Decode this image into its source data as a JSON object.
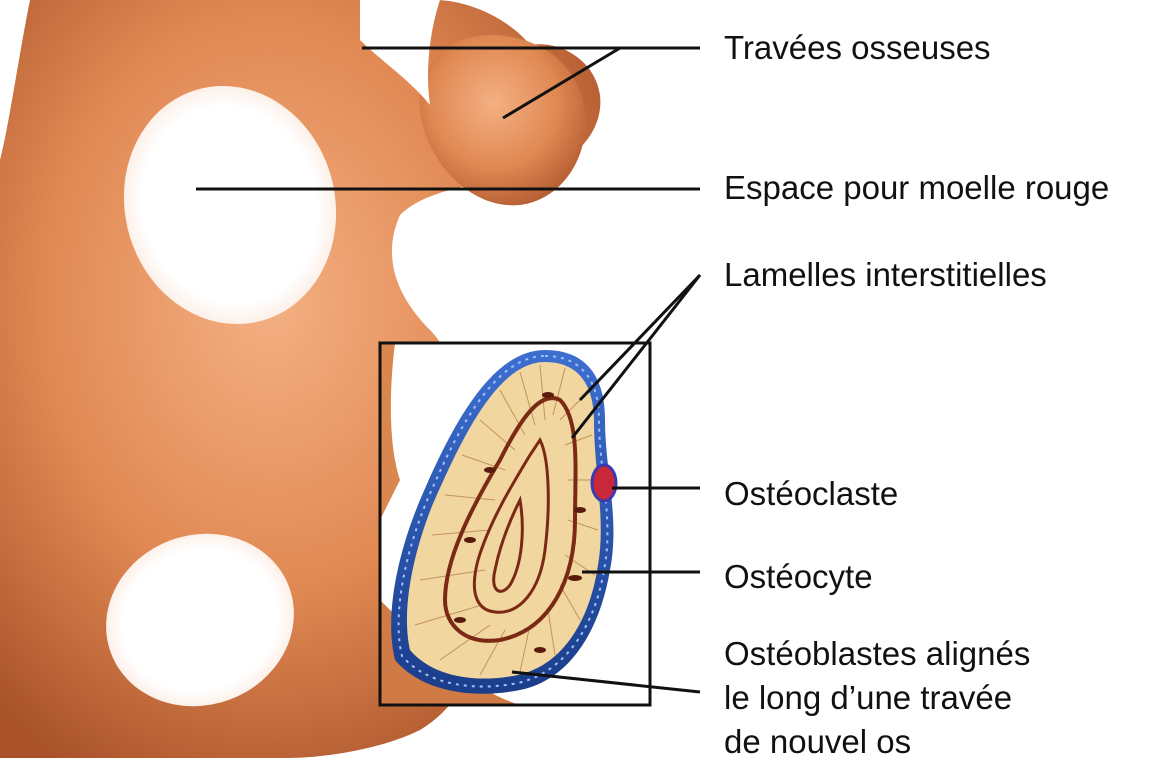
{
  "labels": {
    "travees_osseuses": "Travées osseuses",
    "espace_moelle": "Espace pour moelle rouge",
    "lamelles": "Lamelles interstitielles",
    "osteoclaste": "Ostéoclaste",
    "osteocyte": "Ostéocyte",
    "osteoblastes": [
      "Ostéoblastes alignés",
      "le long d’une travée",
      "de nouvel os"
    ]
  },
  "colors": {
    "bone": "#e8915a",
    "bone_shadow": "#b95a2c",
    "lamella_fill": "#f3d8a4",
    "lamella_line": "#7a2a14",
    "osteoblast_blue": "#3a68c8",
    "osteoclast_red": "#c8283a",
    "leader_line": "#111111"
  }
}
